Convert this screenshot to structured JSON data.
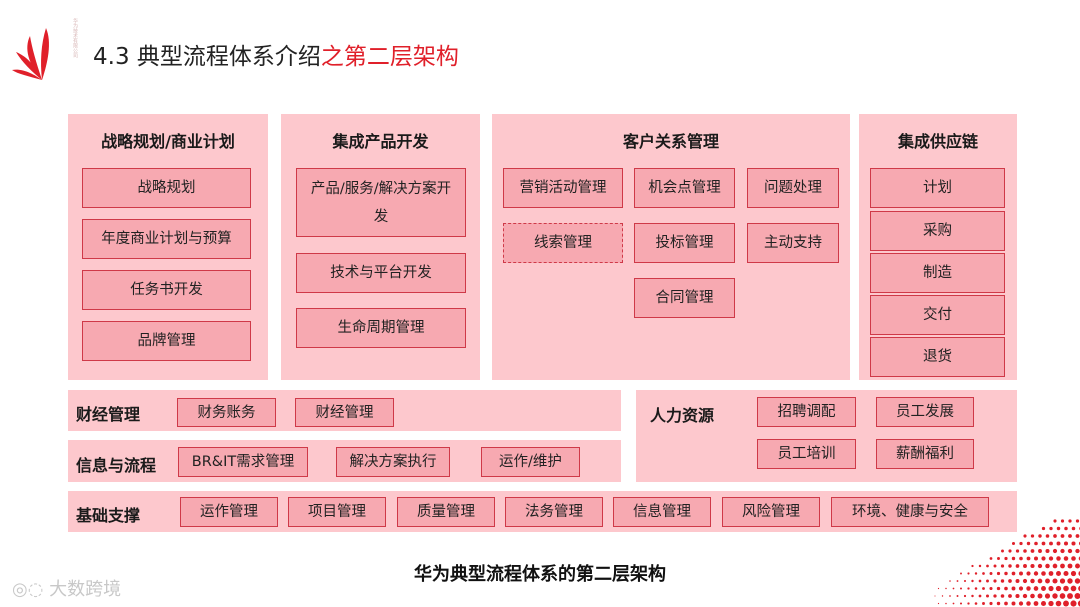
{
  "header": {
    "logo_text": "华为技术有限公司",
    "title_black": "4.3 典型流程体系介绍",
    "title_red": "之第二层架构"
  },
  "strategy": {
    "title": "战略规划/商业计划",
    "items": [
      "战略规划",
      "年度商业计划与预算",
      "任务书开发",
      "品牌管理"
    ]
  },
  "ipd": {
    "title": "集成产品开发",
    "items": [
      "产品/服务/解决方案开发",
      "技术与平台开发",
      "生命周期管理"
    ]
  },
  "crm": {
    "title": "客户关系管理",
    "items": [
      "营销活动管理",
      "机会点管理",
      "问题处理",
      "线索管理",
      "投标管理",
      "主动支持",
      "合同管理"
    ]
  },
  "isc": {
    "title": "集成供应链",
    "items": [
      "计划",
      "采购",
      "制造",
      "交付",
      "退货"
    ]
  },
  "finance": {
    "label": "财经管理",
    "items": [
      "财务账务",
      "财经管理"
    ]
  },
  "hr": {
    "label": "人力资源",
    "items": [
      "招聘调配",
      "员工发展",
      "员工培训",
      "薪酬福利"
    ]
  },
  "info": {
    "label": "信息与流程",
    "items": [
      "BR&IT需求管理",
      "解决方案执行",
      "运作/维护"
    ]
  },
  "support": {
    "label": "基础支撑",
    "items": [
      "运作管理",
      "项目管理",
      "质量管理",
      "法务管理",
      "信息管理",
      "风险管理",
      "环境、健康与安全"
    ]
  },
  "caption": "华为典型流程体系的第二层架构",
  "watermark": "大数跨境",
  "colors": {
    "panel_bg": "#fdc8cd",
    "box_bg": "#f7a9b1",
    "box_border": "#cf3948",
    "accent_red": "#e0202a"
  }
}
